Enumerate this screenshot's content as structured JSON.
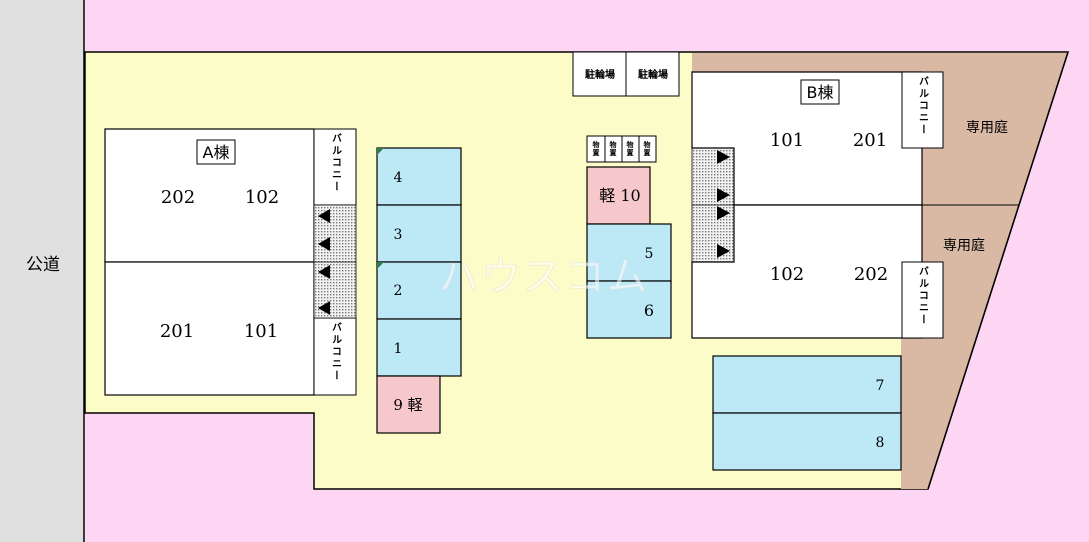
{
  "road": {
    "label": "公道"
  },
  "watermark": "ハウスコム",
  "colors": {
    "road": "#e0e0e0",
    "neighbor": "#fcd6f2",
    "site": "#fcfcc8",
    "garden": "#d9b8a4",
    "parking": "#bde8f6",
    "parking_kei": "#f7c8cb",
    "building": "#ffffff"
  },
  "building_a": {
    "name": "A棟",
    "upper": {
      "rooms": [
        "202",
        "102"
      ]
    },
    "lower": {
      "rooms": [
        "201",
        "101"
      ]
    },
    "balcony_label": "バルコニー"
  },
  "building_b": {
    "name": "B棟",
    "upper": {
      "rooms": [
        "101",
        "201"
      ]
    },
    "lower": {
      "rooms": [
        "102",
        "202"
      ]
    },
    "balcony_label": "バルコニー"
  },
  "gardens": {
    "upper_label": "専用庭",
    "lower_label": "専用庭"
  },
  "bike_parking": {
    "labels": [
      "駐輪場",
      "駐輪場"
    ]
  },
  "storage": {
    "labels": [
      "物置",
      "物置",
      "物置",
      "物置"
    ]
  },
  "parking": {
    "spaces": {
      "p1": "1",
      "p2": "2",
      "p3": "3",
      "p4": "4",
      "p5": "5",
      "p6": "6",
      "p7": "7",
      "p8": "8",
      "p9": "9 軽",
      "p10": "軽 10"
    }
  }
}
